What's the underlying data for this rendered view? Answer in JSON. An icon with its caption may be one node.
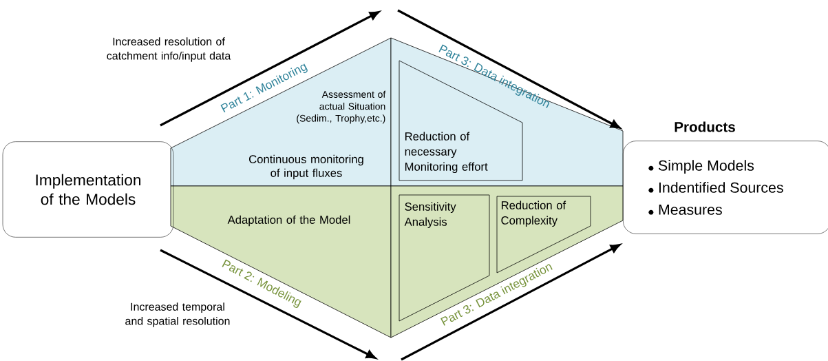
{
  "diagram": {
    "nodes": [
      {
        "text": [
          "Implementation of the Models"
        ]
      },
      {
        "text": [
          "Products",
          "Simple Models",
          "Indentified Sources",
          "Measures"
        ]
      },
      {
        "text": [
          "Assessment of actual Situation (Sedim., Trophy,etc.)",
          "Continuous monitoring of input fluxes"
        ]
      },
      {
        "text": [],
        "shape": "box"
      },
      {
        "text": [
          "Reduction of necessary Monitoring effort"
        ],
        "in": 3
      },
      {
        "text": [
          "Adaptation of the Model"
        ]
      },
      {
        "text": [],
        "shape": "box"
      },
      {
        "text": [
          "Sensitivity Analysis"
        ],
        "in": 6
      },
      {
        "text": [
          "Reduction of Complexity"
        ],
        "in": 6
      }
    ],
    "labels": [
      "Increased resolution of catchment info/input data",
      "Part 1: Monitoring",
      "Part 3: Data integration",
      "Part 2: Modeling",
      "Part 3: Data integration",
      "Increased temporal and spatial resolution"
    ]
  }
}
